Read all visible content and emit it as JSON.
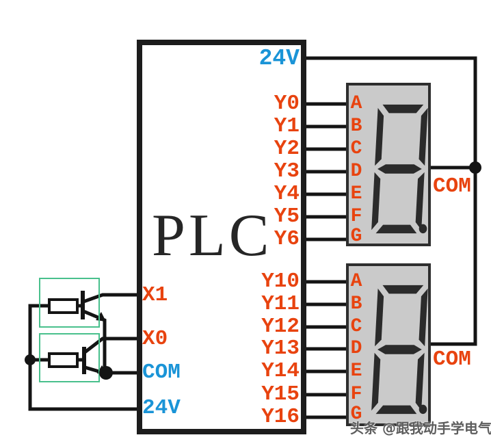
{
  "diagram": {
    "plc": {
      "title": "PLC",
      "top_right_terminal": "24V",
      "left_terminals": [
        {
          "label": "X1",
          "color": "#e8430f"
        },
        {
          "label": "X0",
          "color": "#e8430f"
        },
        {
          "label": "COM",
          "color": "#1a94d7"
        },
        {
          "label": "24V",
          "color": "#1a94d7"
        }
      ],
      "output_group_1": [
        "Y0",
        "Y1",
        "Y2",
        "Y3",
        "Y4",
        "Y5",
        "Y6"
      ],
      "output_group_2": [
        "Y10",
        "Y11",
        "Y12",
        "Y13",
        "Y14",
        "Y15",
        "Y16"
      ]
    },
    "displays": [
      {
        "segment_pins": [
          "A",
          "B",
          "C",
          "D",
          "E",
          "F",
          "G"
        ],
        "com_label": "COM"
      },
      {
        "segment_pins": [
          "A",
          "B",
          "C",
          "D",
          "E",
          "F",
          "G"
        ],
        "com_label": "COM"
      }
    ],
    "watermark": "头条 @跟我动手学电气",
    "colors": {
      "terminal_orange": "#e8430f",
      "terminal_blue": "#1a94d7",
      "sensor_outline_green": "#48c08c",
      "display_background": "#cacaca",
      "wire_black": "#141414",
      "segment_dark": "#2b2b2b"
    }
  }
}
